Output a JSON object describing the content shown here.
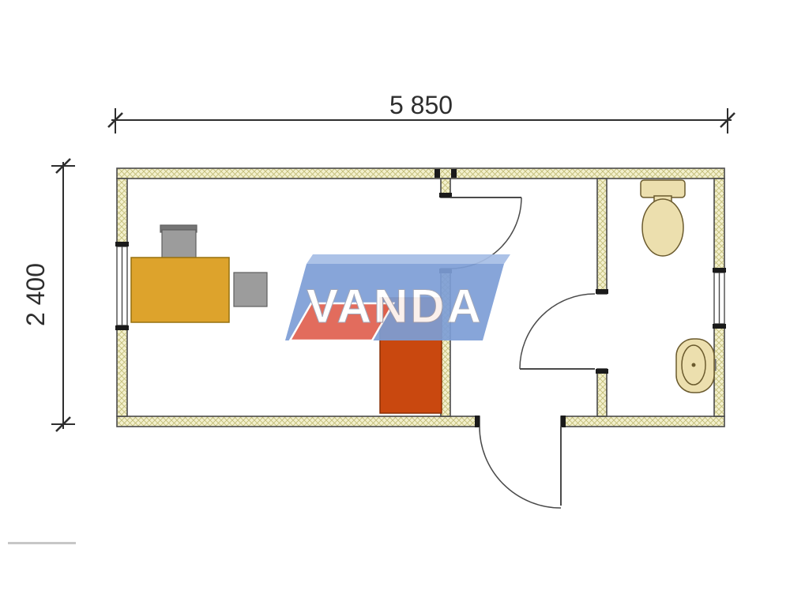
{
  "drawing": {
    "type": "floor-plan",
    "dimensions": {
      "top_label": "5 850",
      "left_label": "2 400"
    },
    "watermark": {
      "text": "VANDA"
    },
    "colors": {
      "wall_fill": "#f3f0cd",
      "wall_hatch": "#c3bd7a",
      "line": "#4a4a4a",
      "jamb": "#1a1a1a",
      "dimension_text": "#2e2e2e",
      "desk": "#dda32c",
      "desk_stroke": "#96700f",
      "chair": "#9c9c9c",
      "chair_back": "#757575",
      "chair_stroke": "#5f5f5f",
      "cabinet": "#c9480f",
      "cabinet_stroke": "#8a2f05",
      "fixture": "#ecdfae",
      "fixture_stroke": "#6b5b2e",
      "watermark_blue": "#7d9ed6",
      "watermark_blue_light": "#a6bde6",
      "watermark_red": "#e06050"
    }
  }
}
